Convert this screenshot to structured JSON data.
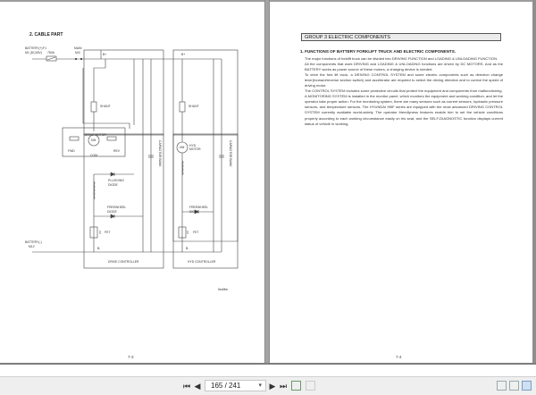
{
  "viewer": {
    "left_page": {
      "section_title": "2. CABLE PART",
      "page_number": "7-3",
      "labels": {
        "battery_pos": "BATTERY(+)",
        "battery_pos_code": "M1 (DC48V)",
        "fuse": "F1",
        "fuse_rating": "750A",
        "main_mc": "MAIN",
        "main_mc2": "M/C",
        "b_plus_1": "B+",
        "b_plus_2": "B+",
        "shunt_1": "SHUNT",
        "shunt_2": "SHUNT",
        "drive_motor": "DRIVE MOTOR",
        "dm": "DM",
        "fwd": "FWD",
        "rev": "REV",
        "com": "COM",
        "plugging_diode": "PLUGGING",
        "plugging_diode2": "DIODE",
        "freewheel_diode_1": "FREEWHEEL",
        "freewheel_diode_1b": "DIODE",
        "freewheel_diode_2": "FREEWHEEL",
        "freewheel_diode_2b": "DIODE",
        "fet_1": "FET",
        "fet_2": "FET",
        "hm": "HM",
        "hyd_motor": "HYD",
        "hyd_motor2": "MOTOR",
        "capacitor_bank_1": "CAPACITOR BANK",
        "capacitor_bank_2": "CAPACITOR BANK",
        "battery_neg": "BATTERY(-)",
        "battery_neg_code": "M12",
        "b_minus_1": "B-",
        "b_minus_2": "B-",
        "drive_controller": "DRIVE CONTROLLER",
        "hyd_controller": "HYD CONTROLLER",
        "drawing_id": "5ea9bn"
      }
    },
    "right_page": {
      "group_title": "GROUP 3  ELECTRIC COMPONENTS",
      "article_title": "1. FUNCTIONS OF BATTERY FORKLIFT TRUCK AND ELECTRIC COMPONENTS.",
      "paragraphs": [
        "The major functions of forklift truck can be divided into DRIVING FUNCTION and LOADING & UNLOADING FUNCTION.",
        "All the components that work DRIVING and LOADING & UNLOADING functions are driven by DC MOTORS.  And as the BATTERY works as power source of these motors, a charging device is needed.",
        "To drive the fork lift truck, a DRIVING CONTROL SYSTEM and some electric components such as direction change lever(forward/reverse section switch) and accelerator are required to select the driving direction and to control the speed of driving motor.",
        "The CONTROL SYSTEM includes some protective circuits that protect the equipment and components from malfunctioning.",
        "A MONITORING SYSTEM is installed in the monitor panel, which monitors the equipment and working condition, and let the operator take proper action.  For the monitoring system, there are many sensors such as current sensors, hydraulic pressure sensors, and temperature sensors.  The HYUNDAI HBF series are equipped with the most advanced DRIVING CONTROL SYSTEM currently available world-widely.  The operator friendlyness features enable him to set the vehicle conditions properly according to each working circumstance easily on his seat, and the SELF-DIAGNOSTIC function displays current status of vehicle in working."
      ],
      "page_number": "7-4"
    }
  },
  "toolbar": {
    "first_page_icon": "first-page",
    "prev_page_icon": "prev-page",
    "page_display": "165 / 241",
    "next_page_icon": "next-page",
    "last_page_icon": "last-page",
    "glyph_first": "⏮",
    "glyph_prev": "◀",
    "glyph_next": "▶",
    "glyph_last": "⏭",
    "dropdown_glyph": "▾"
  }
}
